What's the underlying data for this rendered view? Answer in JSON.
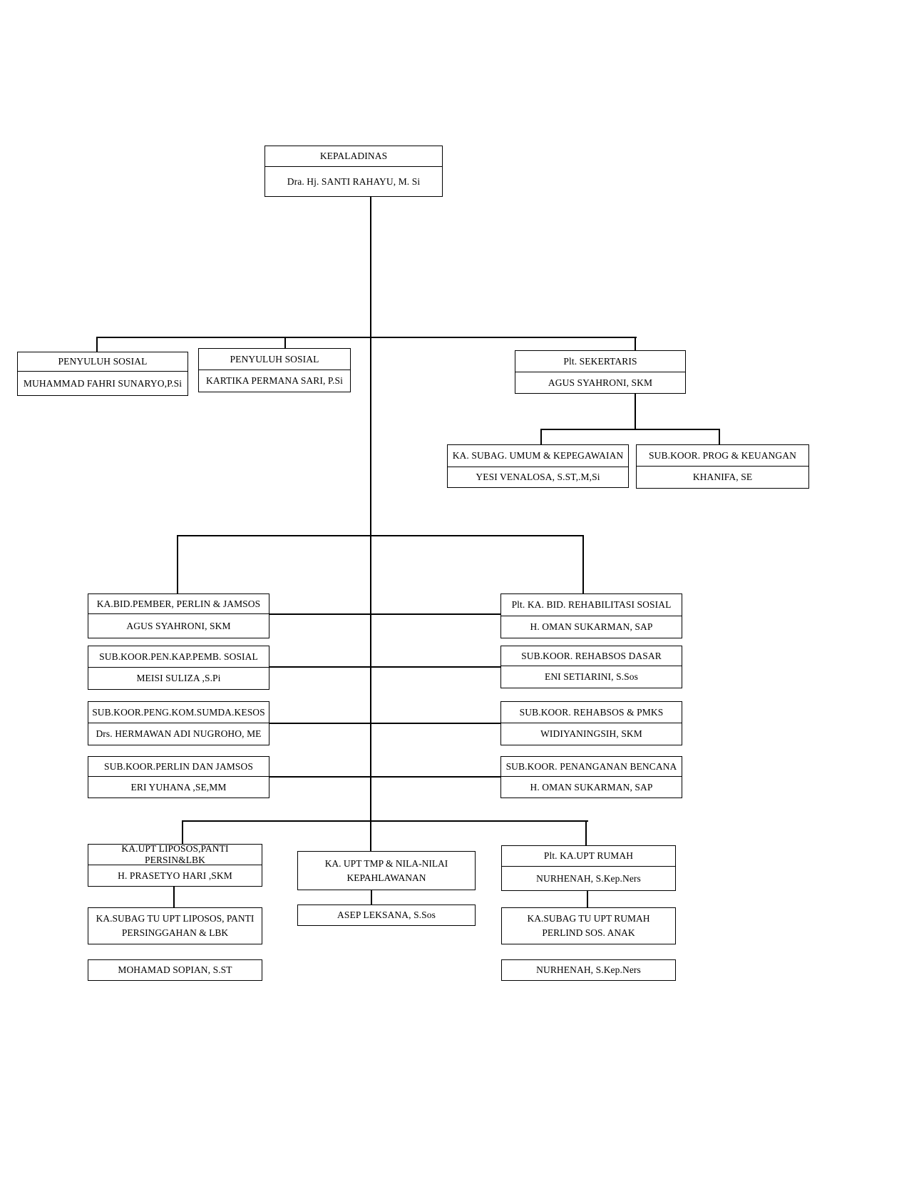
{
  "nodes": {
    "kepala": {
      "title": "KEPALADINAS",
      "name": "Dra. Hj. SANTI RAHAYU, M. Si"
    },
    "penyuluh1": {
      "title": "PENYULUH SOSIAL",
      "name": "MUHAMMAD FAHRI SUNARYO,P.Si"
    },
    "penyuluh2": {
      "title": "PENYULUH SOSIAL",
      "name": "KARTIKA PERMANA SARI, P.Si"
    },
    "sekertaris": {
      "title": "Plt. SEKERTARIS",
      "name": "AGUS SYAHRONI, SKM"
    },
    "subag_umum": {
      "title": "KA. SUBAG. UMUM & KEPEGAWAIAN",
      "name": "YESI VENALOSA, S.ST,.M,Si"
    },
    "subkoor_prog": {
      "title": "SUB.KOOR. PROG & KEUANGAN",
      "name": "KHANIFA, SE"
    },
    "kabid_pember": {
      "title": "KA.BID.PEMBER, PERLIN & JAMSOS",
      "name": "AGUS SYAHRONI, SKM"
    },
    "subkoor_penkap": {
      "title": "SUB.KOOR.PEN.KAP.PEMB. SOSIAL",
      "name": "MEISI SULIZA ,S.Pi"
    },
    "subkoor_pengkom": {
      "title": "SUB.KOOR.PENG.KOM.SUMDA.KESOS",
      "name": "Drs. HERMAWAN ADI  NUGROHO, ME"
    },
    "subkoor_perlin": {
      "title": "SUB.KOOR.PERLIN DAN JAMSOS",
      "name": "ERI YUHANA ,SE,MM"
    },
    "kabid_rehab": {
      "title": "Plt. KA. BID. REHABILITASI SOSIAL",
      "name": "H. OMAN SUKARMAN, SAP"
    },
    "subkoor_rehabsos_dasar": {
      "title": "SUB.KOOR. REHABSOS DASAR",
      "name": "ENI SETIARINI, S.Sos"
    },
    "subkoor_rehabsos_pmks": {
      "title": "SUB.KOOR. REHABSOS & PMKS",
      "name": "WIDIYANINGSIH, SKM"
    },
    "subkoor_bencana": {
      "title": "SUB.KOOR. PENANGANAN BENCANA",
      "name": "H. OMAN SUKARMAN, SAP"
    },
    "upt_liposos": {
      "title": "KA.UPT LIPOSOS,PANTI PERSIN&LBK",
      "name": "H. PRASETYO HARI ,SKM"
    },
    "subag_tu_liposos": {
      "line1": "KA.SUBAG TU UPT LIPOSOS, PANTI",
      "line2": "PERSINGGAHAN & LBK"
    },
    "mohamad": {
      "name": "MOHAMAD SOPIAN, S.ST"
    },
    "upt_tmp": {
      "line1": "KA. UPT TMP & NILA-NILAI",
      "line2": "KEPAHLAWANAN"
    },
    "asep": {
      "name": "ASEP LEKSANA, S.Sos"
    },
    "upt_rumah": {
      "title": "Plt. KA.UPT RUMAH",
      "name": "NURHENAH, S.Kep.Ners"
    },
    "subag_tu_rumah": {
      "line1": "KA.SUBAG TU UPT RUMAH",
      "line2": "PERLIND SOS. ANAK"
    },
    "nurhenah": {
      "name": "NURHENAH, S.Kep.Ners"
    }
  },
  "colors": {
    "line": "#000000",
    "background": "#ffffff",
    "text": "#000000"
  }
}
